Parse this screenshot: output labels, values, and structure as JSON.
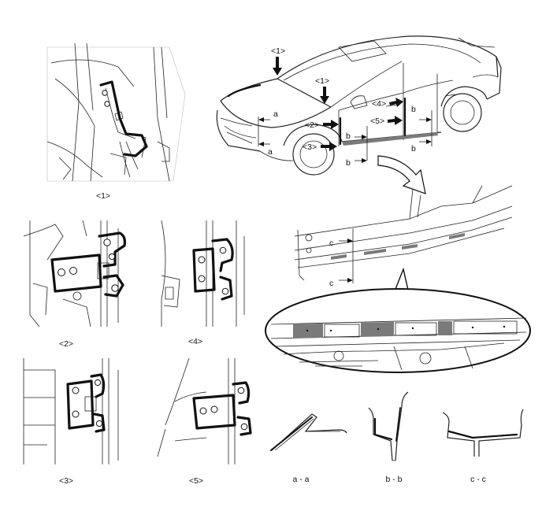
{
  "labels": {
    "view1": "<1>",
    "view2": "<2>",
    "view3": "<3>",
    "view4": "<4>",
    "view5": "<5>",
    "section_aa": "a - a",
    "section_bb": "b - b",
    "section_cc": "c - c",
    "callout_1": "<1>",
    "callout_2": "<2>",
    "callout_3": "<3>",
    "callout_4": "<4>",
    "callout_5": "<5>",
    "marker_a": "a",
    "marker_b": "b",
    "marker_c": "c"
  },
  "colors": {
    "line": "#222222",
    "seal": "#111111",
    "tape_gray": "#7a7a7a",
    "background": "#ffffff"
  }
}
